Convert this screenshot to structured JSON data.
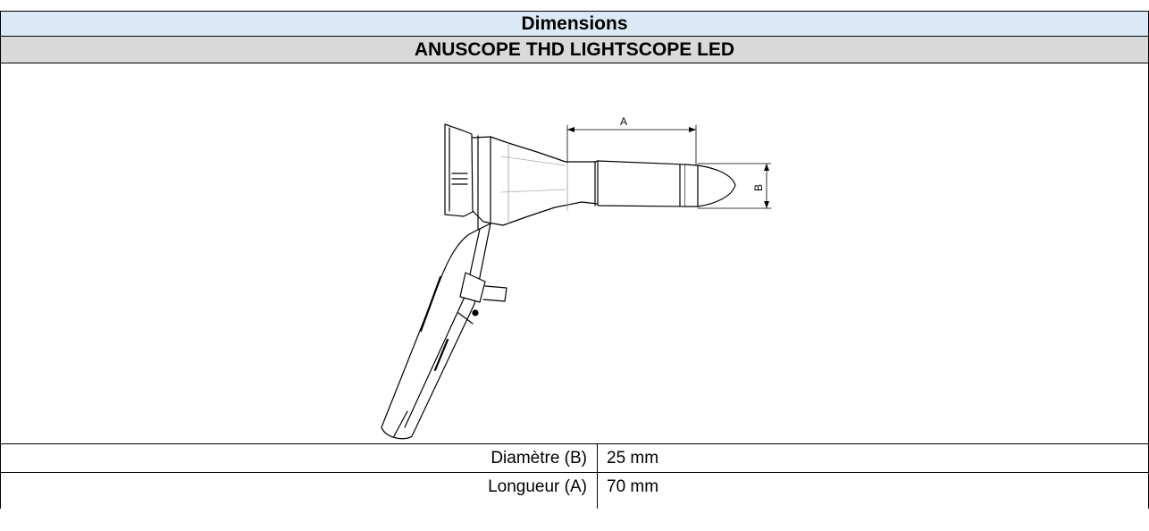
{
  "table": {
    "title": "Dimensions",
    "product": "ANUSCOPE THD LIGHTSCOPE LED",
    "figure": {
      "dimension_a_label": "A",
      "dimension_b_label": "B"
    },
    "rows": [
      {
        "label": "Diamètre (B)",
        "value": "25 mm"
      },
      {
        "label": "Longueur (A)",
        "value": "70 mm"
      }
    ]
  }
}
